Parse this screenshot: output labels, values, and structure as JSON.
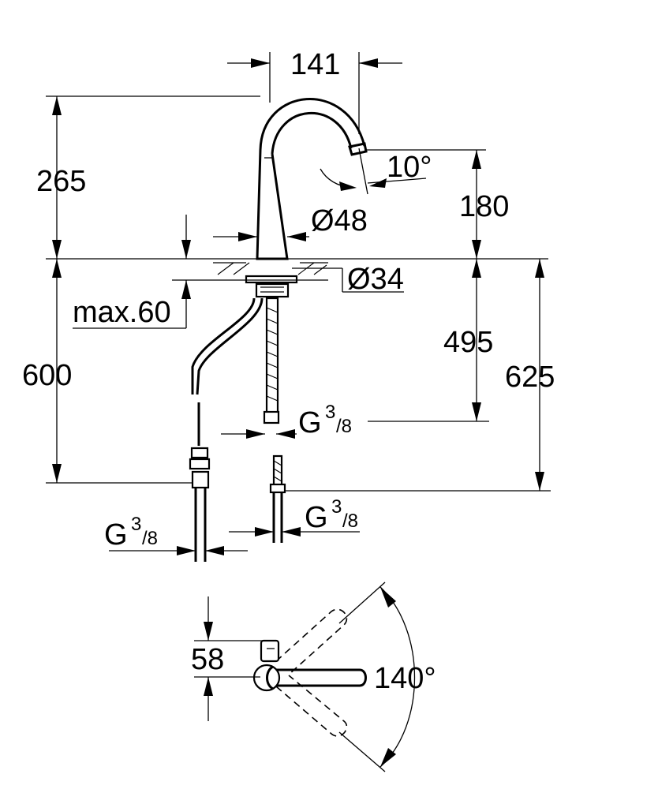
{
  "colors": {
    "line": "#000000",
    "background": "#ffffff"
  },
  "dimensions": {
    "spout_reach": "141",
    "spout_height": "265",
    "spout_angle": "10°",
    "aerator_height": "180",
    "body_diameter": "Ø48",
    "hole_diameter": "Ø34",
    "countertop_thickness": "max.60",
    "hose_length": "600",
    "supply_length": "495",
    "total_hose": "625",
    "thread_g": "G",
    "thread_num": "3",
    "thread_den": "/8",
    "handle_offset": "58",
    "rotation": "140°"
  }
}
